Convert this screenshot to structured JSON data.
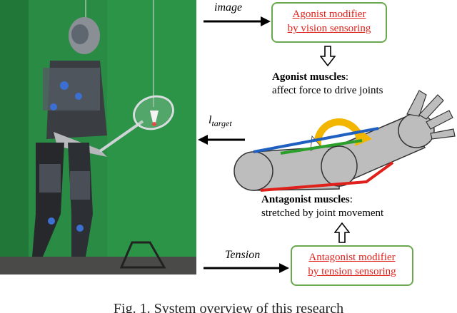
{
  "labels": {
    "image": "image",
    "l_base": "l",
    "l_sub": "target",
    "tension": "Tension"
  },
  "agonist_box": {
    "line1": "Agonist modifier",
    "line2": "by vision sensoring"
  },
  "agonist_text": {
    "title": "Agonist muscles",
    "colon": ":",
    "desc": "affect force to drive joints"
  },
  "antagonist_text": {
    "title": "Antagonist muscles",
    "colon": ":",
    "desc": "stretched by joint movement"
  },
  "antagonist_box": {
    "line1": "Antagonist modifier",
    "line2": "by tension sensoring"
  },
  "caption": "Fig. 1. System overview of this research",
  "colors": {
    "box_border": "#6aa84f",
    "box_text": "#e0201b",
    "muscle_blue": "#1f5fbf",
    "muscle_green": "#2aa02a",
    "muscle_red": "#e0201b",
    "joint_arrow": "#f2b500",
    "arm_gray": "#bdbdbd"
  }
}
